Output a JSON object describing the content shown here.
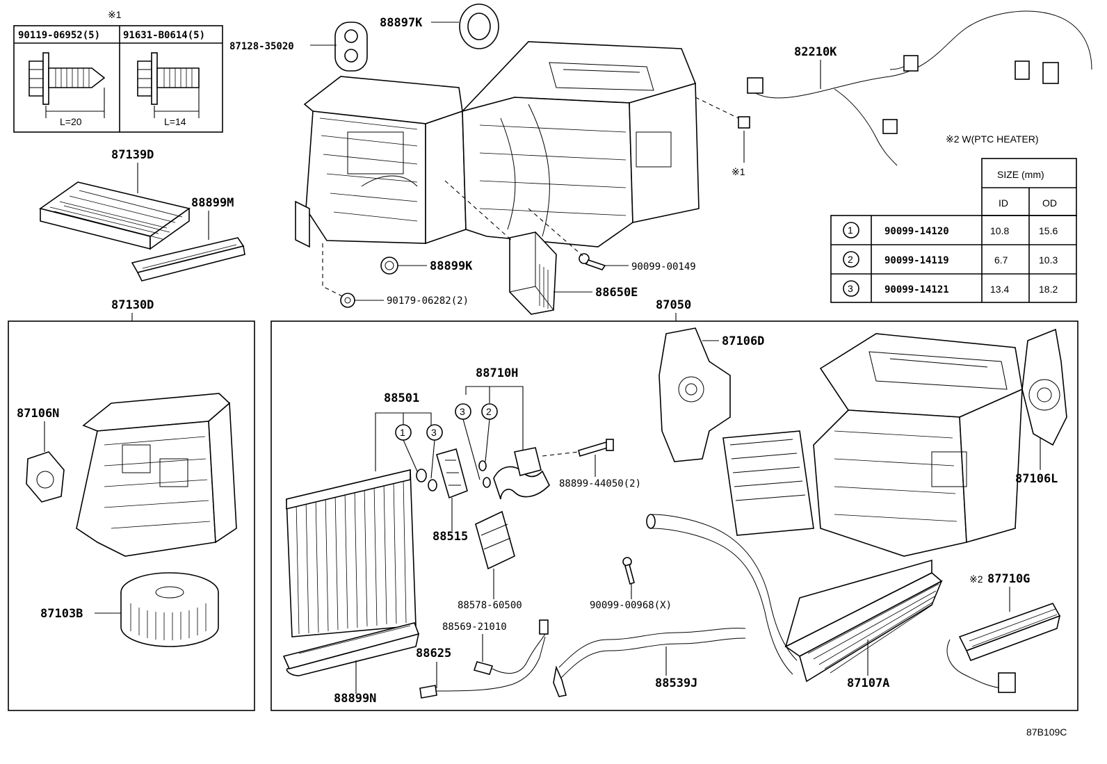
{
  "drawing_code": "87B109C",
  "labels": {
    "p88897K": "88897K",
    "p87128_35020": "87128-35020",
    "p82210K": "82210K",
    "p87139D": "87139D",
    "p88899M": "88899M",
    "p88899K": "88899K",
    "p90099_00149": "90099-00149",
    "p90179_06282": "90179-06282(2)",
    "p88650E": "88650E",
    "p87130D": "87130D",
    "p87050": "87050",
    "p87106N": "87106N",
    "p87103B": "87103B",
    "p88501": "88501",
    "p88710H": "88710H",
    "p88515": "88515",
    "p88899_44050": "88899-44050(2)",
    "p88578_60500": "88578-60500",
    "p88569_21010": "88569-21010",
    "p88625": "88625",
    "p88899N": "88899N",
    "p90099_00968": "90099-00968(X)",
    "p88539J": "88539J",
    "p87107A": "87107A",
    "p87106D": "87106D",
    "p87106L": "87106L",
    "p87710G": "87710G",
    "note1_mark": "※1",
    "note2_mark": "※2"
  },
  "bolt_table": {
    "mark": "※1",
    "col1_part": "90119-06952(5)",
    "col2_part": "91631-B0614(5)",
    "col1_length": "L=20",
    "col2_length": "L=14"
  },
  "note2_title": "※2 W(PTC HEATER)",
  "size_table": {
    "header": "SIZE (mm)",
    "col_id": "ID",
    "col_od": "OD",
    "rows": [
      {
        "num": "1",
        "part": "90099-14120",
        "id": "10.8",
        "od": "15.6"
      },
      {
        "num": "2",
        "part": "90099-14119",
        "id": "6.7",
        "od": "10.3"
      },
      {
        "num": "3",
        "part": "90099-14121",
        "id": "13.4",
        "od": "18.2"
      }
    ]
  },
  "callout_numbers": {
    "one": "1",
    "two": "2",
    "three": "3"
  }
}
